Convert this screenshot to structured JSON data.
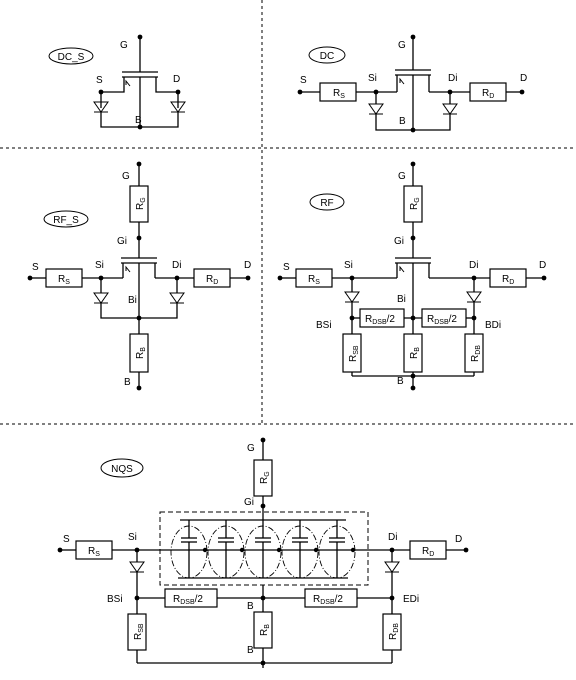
{
  "colors": {
    "line": "#000000",
    "background": "#ffffff"
  },
  "panels": {
    "dc_s": {
      "title": "DC_S",
      "labels": {
        "g": "G",
        "s": "S",
        "d": "D",
        "b": "B"
      }
    },
    "dc": {
      "title": "DC",
      "labels": {
        "g": "G",
        "s": "S",
        "si": "Si",
        "di": "Di",
        "d": "D",
        "b": "B"
      },
      "resistors": {
        "rs": {
          "main": "R",
          "sub": "S"
        },
        "rd": {
          "main": "R",
          "sub": "D"
        }
      }
    },
    "rf_s": {
      "title": "RF_S",
      "labels": {
        "g": "G",
        "gi": "Gi",
        "s": "S",
        "si": "Si",
        "di": "Di",
        "d": "D",
        "bi": "Bi",
        "b": "B"
      },
      "resistors": {
        "rg": {
          "main": "R",
          "sub": "G"
        },
        "rs": {
          "main": "R",
          "sub": "S"
        },
        "rd": {
          "main": "R",
          "sub": "D"
        },
        "rb": {
          "main": "R",
          "sub": "B"
        }
      }
    },
    "rf": {
      "title": "RF",
      "labels": {
        "g": "G",
        "gi": "Gi",
        "s": "S",
        "si": "Si",
        "di": "Di",
        "d": "D",
        "bi": "Bi",
        "bsi": "BSi",
        "bdi": "BDi",
        "b": "B"
      },
      "resistors": {
        "rg": {
          "main": "R",
          "sub": "G"
        },
        "rs": {
          "main": "R",
          "sub": "S"
        },
        "rd": {
          "main": "R",
          "sub": "D"
        },
        "rdsb_left": {
          "main": "R",
          "sub": "DSB",
          "suffix": "/2"
        },
        "rdsb_right": {
          "main": "R",
          "sub": "DSB",
          "suffix": "/2"
        },
        "rsb": {
          "main": "R",
          "sub": "SB"
        },
        "rb": {
          "main": "R",
          "sub": "B"
        },
        "rdb": {
          "main": "R",
          "sub": "DB"
        }
      }
    },
    "nqs": {
      "title": "NQS",
      "labels": {
        "g": "G",
        "gi": "Gi",
        "s": "S",
        "si": "Si",
        "di": "Di",
        "d": "D",
        "bsi": "BSi",
        "edi": "EDi",
        "b_mid": "B",
        "b": "B"
      },
      "resistors": {
        "rg": {
          "main": "R",
          "sub": "G"
        },
        "rs": {
          "main": "R",
          "sub": "S"
        },
        "rd": {
          "main": "R",
          "sub": "D"
        },
        "rdsb_left": {
          "main": "R",
          "sub": "DSB",
          "suffix": "/2"
        },
        "rdsb_right": {
          "main": "R",
          "sub": "DSB",
          "suffix": "/2"
        },
        "rsb": {
          "main": "R",
          "sub": "SB"
        },
        "rb": {
          "main": "R",
          "sub": "B"
        },
        "rdb": {
          "main": "R",
          "sub": "DB"
        }
      }
    }
  }
}
